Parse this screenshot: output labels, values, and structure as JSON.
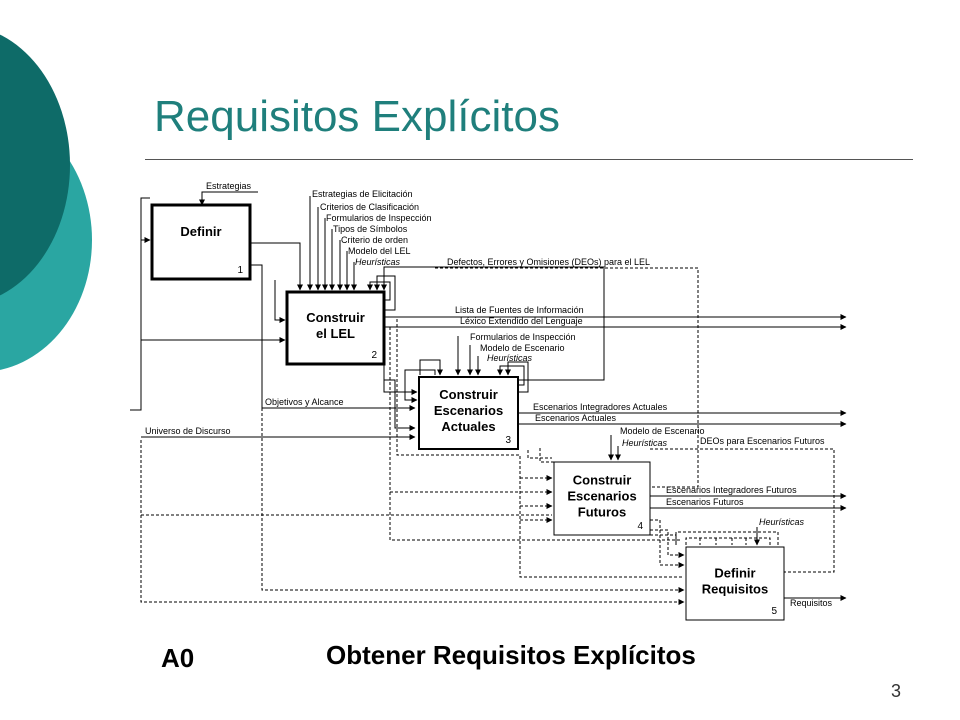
{
  "slide": {
    "title": "Requisitos Explícitos",
    "caption_code": "A0",
    "caption_text": "Obtener Requisitos Explícitos",
    "page_number": "3"
  },
  "colors": {
    "title": "#1f7f7c",
    "deco_dark": "#0e6b68",
    "deco_light": "#2aa6a2"
  },
  "boxes": [
    {
      "name": "definir-box",
      "lines": [
        "Definir"
      ],
      "num": "1"
    },
    {
      "name": "construir-lel-box",
      "lines": [
        "Construir",
        "el LEL"
      ],
      "num": "2"
    },
    {
      "name": "construir-escenarios-actuales-box",
      "lines": [
        "Construir",
        "Escenarios",
        "Actuales"
      ],
      "num": "3"
    },
    {
      "name": "construir-escenarios-futuros-box",
      "lines": [
        "Construir",
        "Escenarios",
        "Futuros"
      ],
      "num": "4"
    },
    {
      "name": "definir-requisitos-box",
      "lines": [
        "Definir",
        "Requisitos"
      ],
      "num": "5"
    }
  ],
  "labels": {
    "estrategias": "Estrategias",
    "estrategias_elicitacion": "Estrategias de Elicitación",
    "criterios_clasificacion": "Criterios de Clasificación",
    "formularios_inspeccion": "Formularios de Inspección",
    "tipos_simbolos": "Tipos de Símbolos",
    "criterio_orden": "Criterio de orden",
    "modelo_lel": "Modelo del LEL",
    "heuristicas": "Heurísticas",
    "deos_lel": "Defectos, Errores y Omisiones (DEOs) para el LEL",
    "lista_fuentes": "Lista de Fuentes de Información",
    "lexico_extendido": "Léxico  Extendido del Lenguaje",
    "formularios_inspeccion_2": "Formularios de Inspección",
    "modelo_escenario": "Modelo de Escenario",
    "heuristicas_2": "Heurísticas",
    "objetivos_alcance": "Objetivos y Alcance",
    "universo_discurso": "Universo de Discurso",
    "escenarios_integradores_actuales": "Escenarios Integradores Actuales",
    "escenarios_actuales": "Escenarios Actuales",
    "modelo_escenario_2": "Modelo de Escenario",
    "heuristicas_3": "Heurísticas",
    "deos_futuros": "DEOs para Escenarios Futuros",
    "escenarios_integradores_futuros": "Escenarios Integradores Futuros",
    "escenarios_futuros": "Escenarios Futuros",
    "heuristicas_4": "Heurísticas",
    "requisitos": "Requisitos"
  }
}
